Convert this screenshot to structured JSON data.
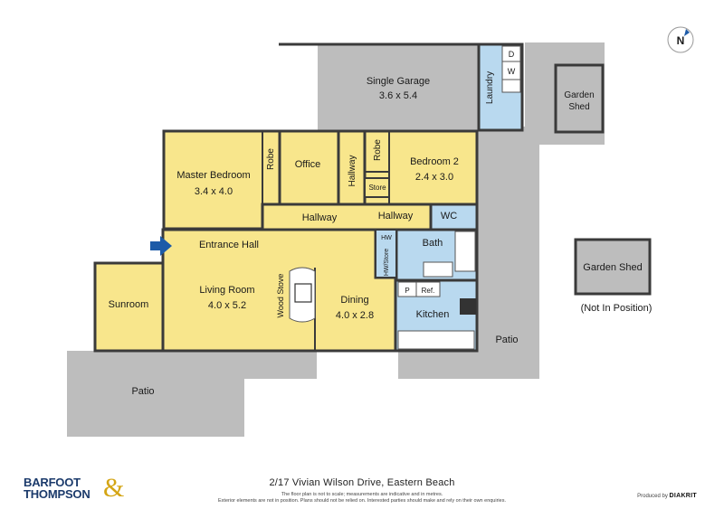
{
  "rooms": {
    "garage": {
      "name": "Single Garage",
      "dims": "3.6 x 5.4"
    },
    "laundry": {
      "name": "Laundry",
      "d": "D",
      "w": "W"
    },
    "garden_shed": {
      "name_1": "Garden",
      "name_2": "Shed"
    },
    "master": {
      "name": "Master Bedroom",
      "dims": "3.4 x 4.0"
    },
    "robe1": {
      "name": "Robe"
    },
    "office": {
      "name": "Office"
    },
    "hallway_v": {
      "name": "Hallway"
    },
    "robe2": {
      "name": "Robe"
    },
    "bedroom2": {
      "name": "Bedroom 2",
      "dims": "2.4 x 3.0"
    },
    "store": {
      "name": "Store"
    },
    "hallway1": {
      "name": "Hallway"
    },
    "hallway2": {
      "name": "Hallway"
    },
    "wc": {
      "name": "WC"
    },
    "entrance": {
      "name": "Entrance Hall"
    },
    "hw": {
      "name": "HW"
    },
    "hwstore": {
      "name": "HW/Store"
    },
    "bath": {
      "name": "Bath"
    },
    "sunroom": {
      "name": "Sunroom"
    },
    "living": {
      "name": "Living Room",
      "dims": "4.0 x 5.2"
    },
    "woodstove": {
      "name": "Wood Stove"
    },
    "dining": {
      "name": "Dining",
      "dims": "4.0 x 2.8"
    },
    "pantry": {
      "name": "P"
    },
    "ref": {
      "name": "Ref."
    },
    "kitchen": {
      "name": "Kitchen"
    },
    "patio_right": {
      "name": "Patio"
    },
    "patio_left": {
      "name": "Patio"
    },
    "garden_shed2": {
      "name": "Garden Shed",
      "note": "(Not In Position)"
    }
  },
  "compass": {
    "label": "N"
  },
  "footer": {
    "address": "2/17 Vivian Wilson Drive, Eastern Beach",
    "disclaimer_1": "The floor plan is not to scale; measurements are indicative and in metres.",
    "disclaimer_2": "Exterior elements are not in position. Plans should not be relied on. Interested parties should make and rely on their own enquiries.",
    "brand_line_1": "BARFOOT",
    "brand_line_2": "THOMPSON",
    "brand_amp": "&",
    "produced_by": "Produced by",
    "producer": "DIAKRIT"
  },
  "colors": {
    "room": "#f8e68c",
    "outdoor": "#bdbdbd",
    "wall": "#3a3a3a",
    "wet": "#b9d9ef",
    "arrow": "#1d5ba8"
  }
}
